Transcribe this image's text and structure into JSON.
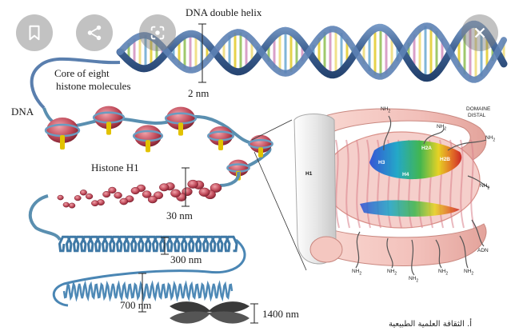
{
  "labels": {
    "dna_double_helix": "DNA double helix",
    "core_line1": "Core of eight",
    "core_line2": "histone molecules",
    "two_nm": "2 nm",
    "dna": "DNA",
    "histone_h1": "Histone H1",
    "thirty_nm": "30 nm",
    "three_hundred_nm": "300 nm",
    "seven_hundred_nm": "700 nm",
    "fourteen_hundred_nm": "1400 nm"
  },
  "detail_labels": {
    "domaine_line1": "DOMAINE",
    "domaine_line2": "DISTAL",
    "nh2": "NH",
    "h1": "H1",
    "h3": "H3",
    "h2a": "H2A",
    "h2b": "H2B",
    "h4": "H4",
    "adn": "ADN"
  },
  "watermark": "أ. الثقافة العلمية الطبيعية",
  "icons": [
    "bookmark-icon",
    "share-icon",
    "lens-icon",
    "close-icon"
  ],
  "colors": {
    "helix_backbone": "#4a6d9c",
    "histone": "#c04a5a",
    "h1_linker": "#e2c200",
    "fiber": "#5a8fb0",
    "nucleosome_pink": "#f3c9c5"
  }
}
